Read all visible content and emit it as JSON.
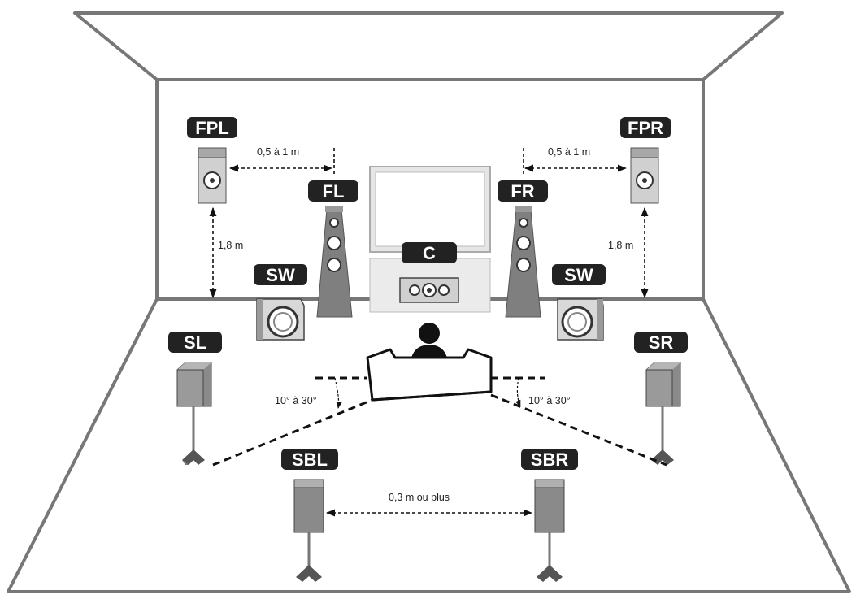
{
  "labels": {
    "fpl": "FPL",
    "fpr": "FPR",
    "fl": "FL",
    "fr": "FR",
    "c": "C",
    "sw_left": "SW",
    "sw_right": "SW",
    "sl": "SL",
    "sr": "SR",
    "sbl": "SBL",
    "sbr": "SBR"
  },
  "dimensions": {
    "front_presence_left_gap": "0,5 à 1 m",
    "front_presence_right_gap": "0,5 à 1 m",
    "presence_height_left": "1,8 m",
    "presence_height_right": "1,8 m",
    "surround_angle_left": "10° à 30°",
    "surround_angle_right": "10° à 30°",
    "surround_back_gap": "0,3 m ou plus"
  },
  "colors": {
    "wall": "#777777",
    "tag": "#222222",
    "speaker": "#7f7f7f"
  }
}
